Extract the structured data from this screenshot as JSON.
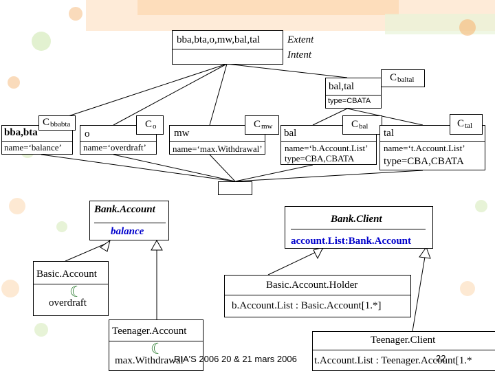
{
  "lattice": {
    "top_node": {
      "label": "bba,bta,o,mw,bal,tal",
      "extent": "Extent",
      "intent": "Intent"
    },
    "baltal_node": {
      "label": "bal,tal",
      "concept": "C",
      "concept_sub": "baltal",
      "attribute": "type=CBATA"
    },
    "nodes": [
      {
        "label": "bba,bta",
        "concept": "C",
        "concept_sub": "bbabta",
        "attribute": "name=‘balance’"
      },
      {
        "label": "o",
        "concept": "C",
        "concept_sub": "o",
        "attribute": "name=‘overdraft’"
      },
      {
        "label": "mw",
        "concept": "C",
        "concept_sub": "mw",
        "attribute": "name=‘max.Withdrawal’"
      },
      {
        "label": "bal",
        "concept": "C",
        "concept_sub": "bal",
        "attribute": "name=‘b.Account.List’",
        "attribute2": "type=CBA,CBATA"
      },
      {
        "label": "tal",
        "concept": "C",
        "concept_sub": "tal",
        "attribute": "name=‘t.Account.List’",
        "attribute2": "type=CBA,CBATA"
      }
    ]
  },
  "classes": {
    "bank_account": {
      "name": "Bank.Account",
      "attribute": "balance"
    },
    "bank_client": {
      "name": "Bank.Client",
      "attribute": "account.List:Bank.Account"
    },
    "basic_account": {
      "name": "Basic.Account",
      "attribute": "overdraft"
    },
    "basic_account_holder": {
      "name": "Basic.Account.Holder",
      "attribute": "b.Account.List : Basic.Account[1.*]"
    },
    "teenager_account": {
      "name": "Teenager.Account",
      "attribute": "max.Withdrawal"
    },
    "teenager_client": {
      "name": "Teenager.Client",
      "attribute": "t.Account.List : Teenager.Account[1.*"
    }
  },
  "footer": {
    "text": "RIA'S 2006 20 & 21 mars 2006",
    "page": "22"
  },
  "colors": {
    "class_name": "#000000",
    "class_attribute": "#0000cc",
    "moon_icon": "#2e7d32",
    "decor_orange": "#f3a24a",
    "decor_green": "#8fc46a"
  }
}
